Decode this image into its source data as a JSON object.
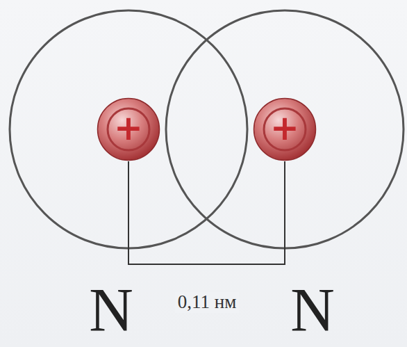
{
  "diagram": {
    "nodes": [
      {
        "text": [
          "+"
        ]
      },
      {
        "text": [
          "+"
        ]
      }
    ],
    "edges": [
      {
        "from": 0,
        "to": 1,
        "arrow": "none",
        "label": "0,11 нм"
      }
    ],
    "labels": [
      "N",
      "N"
    ]
  }
}
